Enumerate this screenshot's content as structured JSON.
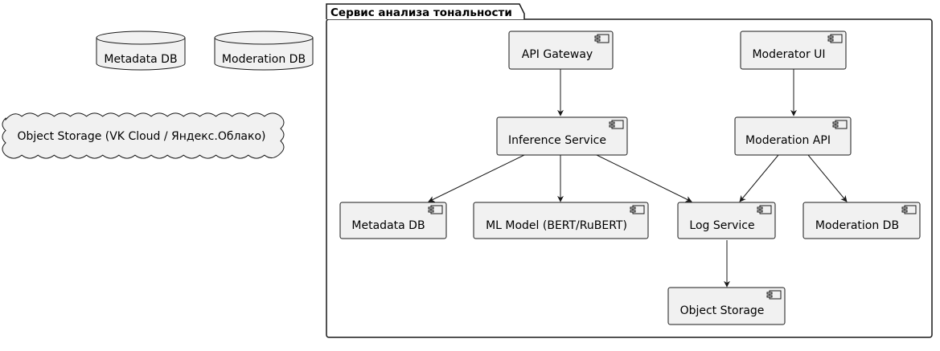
{
  "package": {
    "title": "Сервис анализа тональности"
  },
  "external": {
    "metadata_db": "Metadata DB",
    "moderation_db": "Moderation DB",
    "object_storage_cloud": "Object Storage (VK Cloud / Яндекс.Облако)"
  },
  "components": {
    "api_gateway": "API Gateway",
    "moderator_ui": "Moderator UI",
    "inference_service": "Inference Service",
    "moderation_api": "Moderation API",
    "metadata_db": "Metadata DB",
    "ml_model": "ML Model (BERT/RuBERT)",
    "log_service": "Log Service",
    "moderation_db": "Moderation DB",
    "object_storage": "Object Storage"
  },
  "edges": [
    {
      "from": "API Gateway",
      "to": "Inference Service"
    },
    {
      "from": "Moderator UI",
      "to": "Moderation API"
    },
    {
      "from": "Inference Service",
      "to": "Metadata DB"
    },
    {
      "from": "Inference Service",
      "to": "ML Model (BERT/RuBERT)"
    },
    {
      "from": "Inference Service",
      "to": "Log Service"
    },
    {
      "from": "Moderation API",
      "to": "Log Service"
    },
    {
      "from": "Moderation API",
      "to": "Moderation DB"
    },
    {
      "from": "Log Service",
      "to": "Object Storage"
    }
  ],
  "colors": {
    "node_fill": "#f1f1f1",
    "stroke": "#181818",
    "background": "#ffffff"
  }
}
